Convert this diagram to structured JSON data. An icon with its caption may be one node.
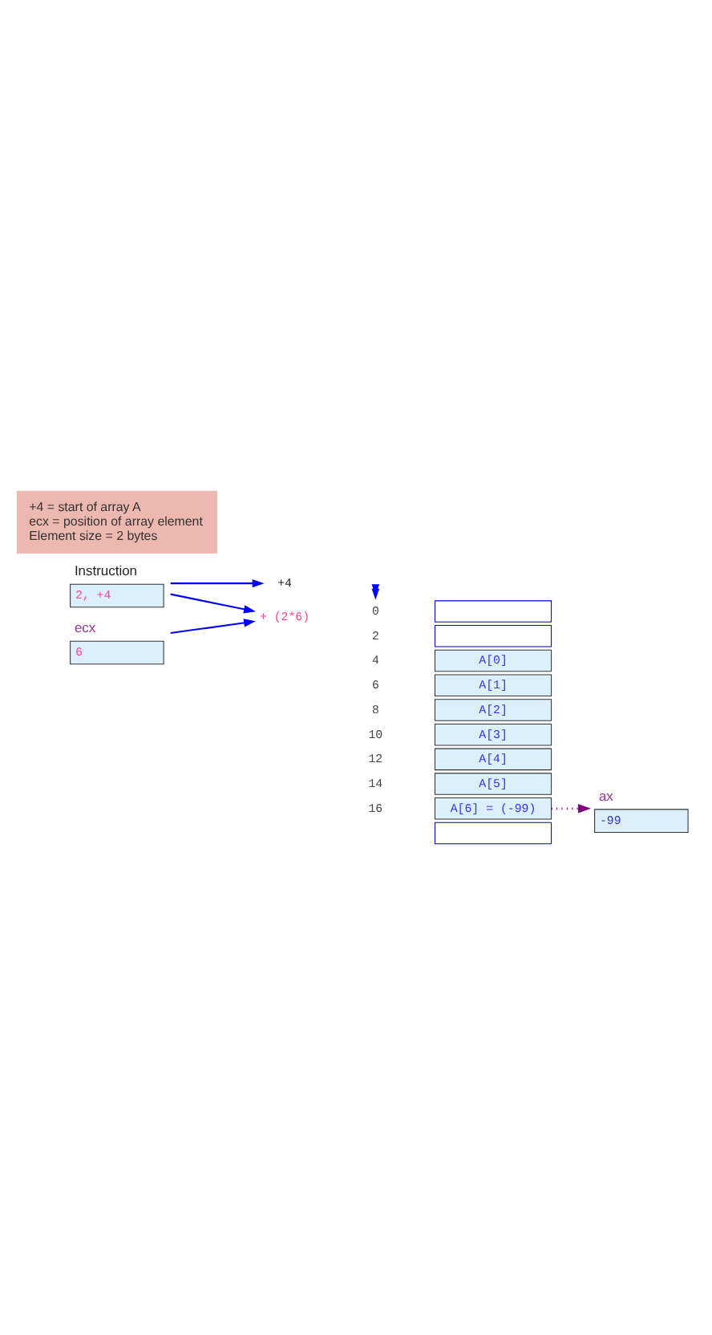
{
  "diagram": {
    "nodes": [
      {
        "text": [
          "Instruction",
          "2, +4"
        ]
      },
      {
        "text": [
          "ecx",
          "6"
        ]
      },
      {
        "text": [
          "+4"
        ]
      },
      {
        "text": [
          "+ (2*6)"
        ]
      },
      {
        "text": [],
        "shape": "box"
      },
      {
        "text": [],
        "shape": "box"
      },
      {
        "text": [
          "A[0]"
        ]
      },
      {
        "text": [
          "A[1]"
        ]
      },
      {
        "text": [
          "A[2]"
        ]
      },
      {
        "text": [
          "A[3]"
        ]
      },
      {
        "text": [
          "A[4]"
        ]
      },
      {
        "text": [
          "A[5]"
        ]
      },
      {
        "text": [
          "A[6] = (-99)"
        ]
      },
      {
        "text": [],
        "shape": "box"
      },
      {
        "text": [
          "ax",
          "-99"
        ]
      },
      {
        "text": [
          "+4 = start of array A",
          "ecx = position of array element",
          "Element size = 2 bytes"
        ]
      }
    ],
    "edges": [
      {
        "from": 0,
        "to": 2,
        "arrow": "to"
      },
      {
        "from": 0,
        "to": 3,
        "arrow": "to"
      },
      {
        "from": 1,
        "to": 3,
        "arrow": "to"
      },
      {
        "from": 12,
        "to": 14,
        "arrow": "to",
        "style": "dashed",
        "color": "#800080"
      }
    ],
    "labels": [
      "0",
      "2",
      "4",
      "6",
      "8",
      "10",
      "12",
      "14",
      "16"
    ]
  }
}
